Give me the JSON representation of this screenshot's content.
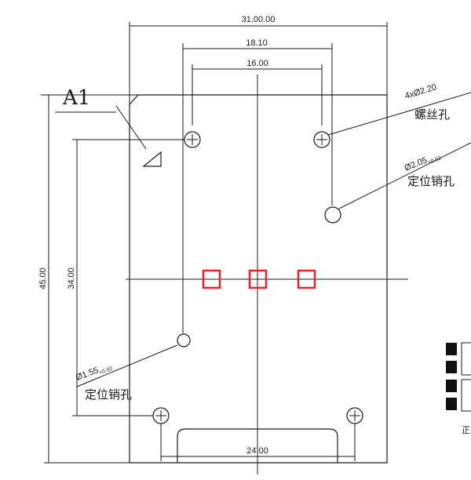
{
  "reference_label": "A1",
  "dimensions": {
    "overall_width": "31.00.00",
    "screw_span": "18.10",
    "inner_span": "16.00",
    "bottom_span": "24.00",
    "overall_height": "45.00",
    "vertical_span": "34.00"
  },
  "callouts": {
    "screw_hole_spec": "4xØ2.20",
    "screw_hole_label": "螺丝孔",
    "pin_hole_top_spec": "Ø2.05",
    "pin_hole_top_tol": "+0.02",
    "pin_hole_top_label": "定位销孔",
    "pin_hole_bottom_spec": "Ø1.55",
    "pin_hole_bottom_tol": "+0.02",
    "pin_hole_bottom_label": "定位销孔"
  },
  "edge_fragment": "正",
  "colors": {
    "line": "#1a1a1a",
    "marker": "#e3212b"
  }
}
